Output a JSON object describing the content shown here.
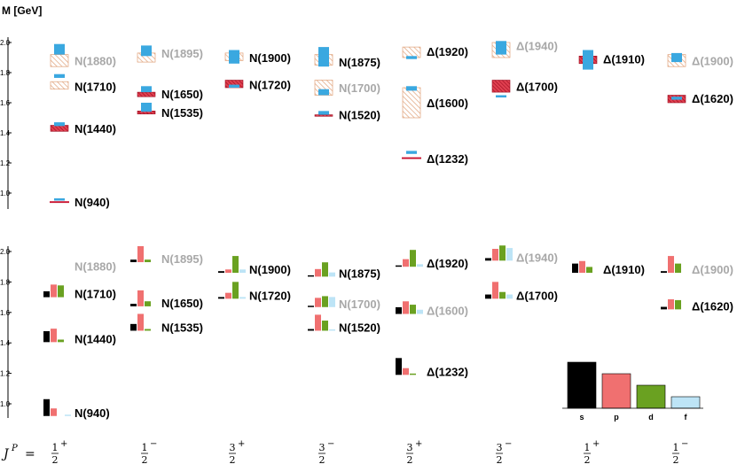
{
  "colors": {
    "s": "#000000",
    "p": "#f07070",
    "d": "#6aa121",
    "f": "#bde4f6",
    "known": "#000000",
    "unknown": "#a8a8a8",
    "lattice": "#3aa8e0",
    "exp_red": "#c8102e",
    "exp_hatch": "#e8b090"
  },
  "chart_data": {
    "type": "spectrum",
    "ylabel": "M [GeV]",
    "yticks": [
      "1.0",
      "1.2",
      "1.4",
      "1.6",
      "1.8",
      "2.0"
    ],
    "ylim": [
      0.9,
      2.02
    ],
    "jp_label": "J",
    "jp_sup": "P",
    "jp_eq": "=",
    "columns": [
      {
        "num": "1",
        "den": "2",
        "parity": "+"
      },
      {
        "num": "1",
        "den": "2",
        "parity": "−"
      },
      {
        "num": "3",
        "den": "2",
        "parity": "+"
      },
      {
        "num": "3",
        "den": "2",
        "parity": "−"
      },
      {
        "num": "3",
        "den": "2",
        "parity": "+"
      },
      {
        "num": "3",
        "den": "2",
        "parity": "−"
      },
      {
        "num": "1",
        "den": "2",
        "parity": "+"
      },
      {
        "num": "1",
        "den": "2",
        "parity": "−"
      }
    ],
    "top_panel": {
      "experiment": [
        {
          "col": 0,
          "name": "N(1880)",
          "mass": 1.88,
          "lo": 1.84,
          "hi": 1.92,
          "style": "hatch",
          "known": false,
          "label_mass": 1.88
        },
        {
          "col": 0,
          "name": "N(1710)",
          "mass": 1.71,
          "lo": 1.69,
          "hi": 1.74,
          "style": "hatch",
          "known": true,
          "label_mass": 1.71
        },
        {
          "col": 0,
          "name": "N(1440)",
          "mass": 1.43,
          "lo": 1.41,
          "hi": 1.45,
          "style": "solid",
          "known": true,
          "label_mass": 1.43
        },
        {
          "col": 0,
          "name": "N(940)",
          "mass": 0.94,
          "lo": 0.939,
          "hi": 0.941,
          "style": "line",
          "known": true,
          "label_mass": 0.94
        },
        {
          "col": 1,
          "name": "N(1895)",
          "mass": 1.9,
          "lo": 1.87,
          "hi": 1.93,
          "style": "hatch",
          "known": false,
          "label_mass": 1.93
        },
        {
          "col": 1,
          "name": "N(1650)",
          "mass": 1.66,
          "lo": 1.64,
          "hi": 1.67,
          "style": "solid",
          "known": true,
          "label_mass": 1.66
        },
        {
          "col": 1,
          "name": "N(1535)",
          "mass": 1.535,
          "lo": 1.525,
          "hi": 1.545,
          "style": "solid",
          "known": true,
          "label_mass": 1.535
        },
        {
          "col": 2,
          "name": "N(1900)",
          "mass": 1.9,
          "lo": 1.88,
          "hi": 1.93,
          "style": "hatch",
          "known": true,
          "label_mass": 1.9
        },
        {
          "col": 2,
          "name": "N(1720)",
          "mass": 1.72,
          "lo": 1.7,
          "hi": 1.75,
          "style": "solid",
          "known": true,
          "label_mass": 1.72
        },
        {
          "col": 3,
          "name": "N(1875)",
          "mass": 1.875,
          "lo": 1.85,
          "hi": 1.92,
          "style": "hatch",
          "known": true,
          "label_mass": 1.87
        },
        {
          "col": 3,
          "name": "N(1700)",
          "mass": 1.7,
          "lo": 1.65,
          "hi": 1.75,
          "style": "hatch",
          "known": false,
          "label_mass": 1.7
        },
        {
          "col": 3,
          "name": "N(1520)",
          "mass": 1.515,
          "lo": 1.51,
          "hi": 1.52,
          "style": "solid",
          "known": true,
          "label_mass": 1.52
        },
        {
          "col": 4,
          "name": "Δ(1920)",
          "mass": 1.92,
          "lo": 1.9,
          "hi": 1.97,
          "style": "hatch",
          "known": true,
          "label_mass": 1.94
        },
        {
          "col": 4,
          "name": "Δ(1600)",
          "mass": 1.6,
          "lo": 1.5,
          "hi": 1.7,
          "style": "hatch",
          "known": true,
          "label_mass": 1.6
        },
        {
          "col": 4,
          "name": "Δ(1232)",
          "mass": 1.232,
          "lo": 1.231,
          "hi": 1.233,
          "style": "line",
          "known": true,
          "label_mass": 1.23
        },
        {
          "col": 5,
          "name": "Δ(1940)",
          "mass": 1.94,
          "lo": 1.9,
          "hi": 2.0,
          "style": "hatch",
          "known": false,
          "label_mass": 1.98
        },
        {
          "col": 5,
          "name": "Δ(1700)",
          "mass": 1.7,
          "lo": 1.67,
          "hi": 1.75,
          "style": "solid",
          "known": true,
          "label_mass": 1.71
        },
        {
          "col": 6,
          "name": "Δ(1910)",
          "mass": 1.89,
          "lo": 1.86,
          "hi": 1.91,
          "style": "solid",
          "known": true,
          "label_mass": 1.89
        },
        {
          "col": 7,
          "name": "Δ(1900)",
          "mass": 1.88,
          "lo": 1.84,
          "hi": 1.92,
          "style": "hatch",
          "known": false,
          "label_mass": 1.88
        },
        {
          "col": 7,
          "name": "Δ(1620)",
          "mass": 1.62,
          "lo": 1.6,
          "hi": 1.65,
          "style": "solid",
          "known": true,
          "label_mass": 1.63
        }
      ],
      "lattice": [
        {
          "col": 0,
          "lo": 1.92,
          "hi": 1.99
        },
        {
          "col": 0,
          "lo": 1.765,
          "hi": 1.79
        },
        {
          "col": 0,
          "lo": 1.445,
          "hi": 1.47
        },
        {
          "col": 0,
          "lo": 0.95,
          "hi": 0.965
        },
        {
          "col": 1,
          "lo": 1.91,
          "hi": 1.98
        },
        {
          "col": 1,
          "lo": 1.67,
          "hi": 1.71
        },
        {
          "col": 1,
          "lo": 1.54,
          "hi": 1.6
        },
        {
          "col": 2,
          "lo": 1.86,
          "hi": 1.95
        },
        {
          "col": 2,
          "lo": 1.7,
          "hi": 1.72
        },
        {
          "col": 3,
          "lo": 1.84,
          "hi": 1.97
        },
        {
          "col": 3,
          "lo": 1.65,
          "hi": 1.69
        },
        {
          "col": 3,
          "lo": 1.52,
          "hi": 1.545
        },
        {
          "col": 4,
          "lo": 1.89,
          "hi": 1.91
        },
        {
          "col": 4,
          "lo": 1.68,
          "hi": 1.71
        },
        {
          "col": 4,
          "lo": 1.26,
          "hi": 1.28
        },
        {
          "col": 5,
          "lo": 1.92,
          "hi": 2.01
        },
        {
          "col": 5,
          "lo": 1.635,
          "hi": 1.65
        },
        {
          "col": 6,
          "lo": 1.82,
          "hi": 1.95
        },
        {
          "col": 7,
          "lo": 1.87,
          "hi": 1.93
        },
        {
          "col": 7,
          "lo": 1.62,
          "hi": 1.64
        }
      ]
    },
    "bottom_panel": {
      "states": [
        {
          "col": 0,
          "name": "N(1880)",
          "mass": 1.88,
          "s": 0.0,
          "p": 0.0,
          "d": 0.0,
          "f": 0.0,
          "known": false
        },
        {
          "col": 0,
          "name": "N(1710)",
          "mass": 1.7,
          "s": 0.35,
          "p": 0.75,
          "d": 0.7,
          "f": 0.0,
          "known": true
        },
        {
          "col": 0,
          "name": "N(1440)",
          "mass": 1.405,
          "s": 0.65,
          "p": 0.8,
          "d": 0.15,
          "f": 0.0,
          "known": true
        },
        {
          "col": 0,
          "name": "N(940)",
          "mass": 0.92,
          "s": 1.0,
          "p": 0.45,
          "d": 0.0,
          "f": 0.05,
          "known": true
        },
        {
          "col": 1,
          "name": "N(1895)",
          "mass": 1.93,
          "s": 0.15,
          "p": 0.95,
          "d": 0.15,
          "f": 0.0,
          "known": false
        },
        {
          "col": 1,
          "name": "N(1650)",
          "mass": 1.64,
          "s": 0.15,
          "p": 0.95,
          "d": 0.3,
          "f": 0.0,
          "known": true
        },
        {
          "col": 1,
          "name": "N(1535)",
          "mass": 1.48,
          "s": 0.4,
          "p": 1.0,
          "d": 0.1,
          "f": 0.0,
          "known": true
        },
        {
          "col": 2,
          "name": "N(1900)",
          "mass": 1.86,
          "s": 0.1,
          "p": 0.2,
          "d": 1.0,
          "f": 0.2,
          "known": true
        },
        {
          "col": 2,
          "name": "N(1720)",
          "mass": 1.69,
          "s": 0.1,
          "p": 0.35,
          "d": 1.0,
          "f": 0.1,
          "known": true
        },
        {
          "col": 3,
          "name": "N(1875)",
          "mass": 1.835,
          "s": 0.05,
          "p": 0.45,
          "d": 0.85,
          "f": 0.25,
          "known": true
        },
        {
          "col": 3,
          "name": "N(1700)",
          "mass": 1.635,
          "s": 0.05,
          "p": 0.55,
          "d": 0.65,
          "f": 0.6,
          "known": false
        },
        {
          "col": 3,
          "name": "N(1520)",
          "mass": 1.48,
          "s": 0.1,
          "p": 0.95,
          "d": 0.6,
          "f": 0.05,
          "known": true
        },
        {
          "col": 4,
          "name": "Δ(1920)",
          "mass": 1.9,
          "s": 0.05,
          "p": 0.45,
          "d": 1.0,
          "f": 0.15,
          "known": true
        },
        {
          "col": 4,
          "name": "Δ(1600)",
          "mass": 1.59,
          "s": 0.4,
          "p": 0.75,
          "d": 0.55,
          "f": 0.25,
          "known": false
        },
        {
          "col": 4,
          "name": "Δ(1232)",
          "mass": 1.19,
          "s": 1.0,
          "p": 0.4,
          "d": 0.05,
          "f": 0.0,
          "known": true
        },
        {
          "col": 5,
          "name": "Δ(1940)",
          "mass": 1.94,
          "s": 0.15,
          "p": 0.7,
          "d": 0.9,
          "f": 0.75,
          "known": false
        },
        {
          "col": 5,
          "name": "Δ(1700)",
          "mass": 1.69,
          "s": 0.25,
          "p": 1.0,
          "d": 0.4,
          "f": 0.25,
          "known": true
        },
        {
          "col": 6,
          "name": "Δ(1910)",
          "mass": 1.86,
          "s": 0.55,
          "p": 0.7,
          "d": 0.35,
          "f": 0.0,
          "known": true
        },
        {
          "col": 7,
          "name": "Δ(1900)",
          "mass": 1.86,
          "s": 0.1,
          "p": 1.0,
          "d": 0.55,
          "f": 0.0,
          "known": false
        },
        {
          "col": 7,
          "name": "Δ(1620)",
          "mass": 1.62,
          "s": 0.15,
          "p": 0.6,
          "d": 0.55,
          "f": 0.0,
          "known": true
        }
      ]
    },
    "legend": {
      "items": [
        {
          "key": "s",
          "label": "s",
          "value": 1.0
        },
        {
          "key": "p",
          "label": "p",
          "value": 0.75
        },
        {
          "key": "d",
          "label": "d",
          "value": 0.5
        },
        {
          "key": "f",
          "label": "f",
          "value": 0.25
        }
      ]
    }
  }
}
